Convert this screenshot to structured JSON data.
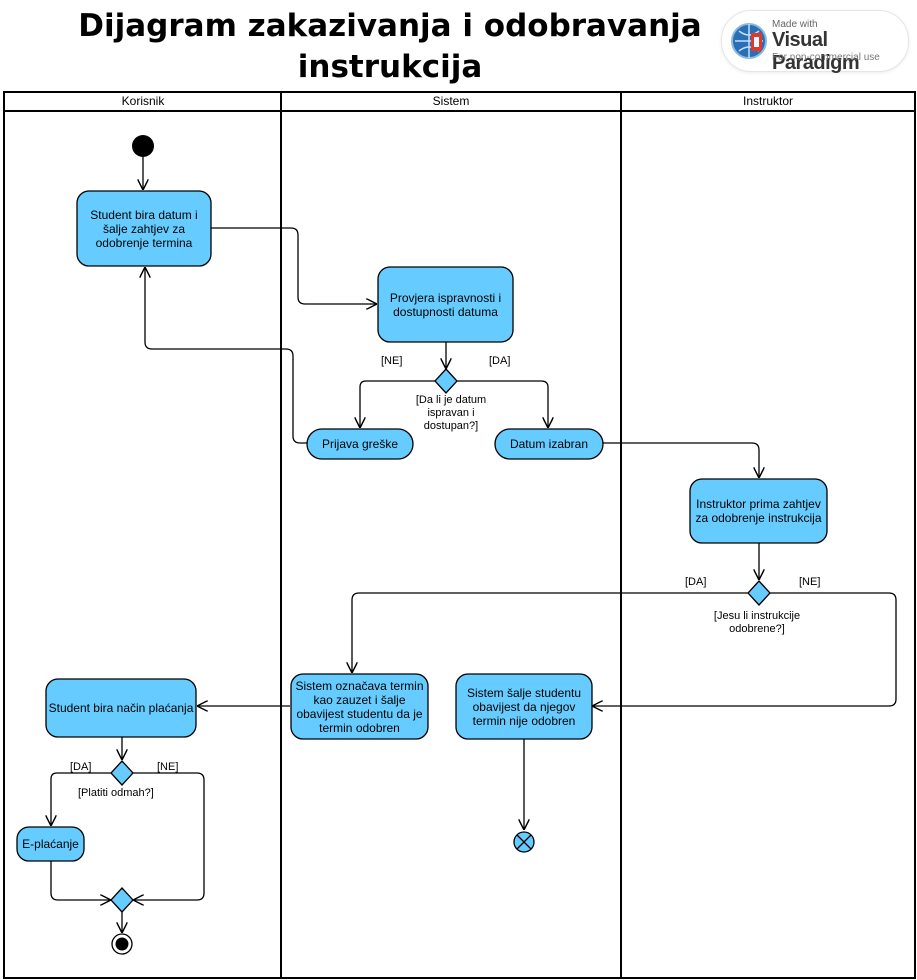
{
  "title": "Dijagram zakazivanja i odobravanja instrukcija",
  "logo": {
    "made_with": "Made with",
    "brand": "Visual Paradigm",
    "note": "For non-commercial use"
  },
  "lanes": [
    "Korisnik",
    "Sistem",
    "Instruktor"
  ],
  "actions": {
    "a1": "Student bira datum i šalje zahtjev za odobrenje termina",
    "a2": "Provjera ispravnosti i dostupnosti datuma",
    "a3": "Prijava greške",
    "a4": "Datum izabran",
    "a5": "Instruktor prima zahtjev za odobrenje instrukcija",
    "a6": "Sistem označava termin kao zauzet i šalje obavijest studentu da je termin odobren",
    "a7": "Sistem šalje studentu obavijest da njegov termin nije odobren",
    "a8": "Student bira način plaćanja",
    "a9": "E-plaćanje"
  },
  "labels": {
    "d1_no": "[NE]",
    "d1_yes": "[DA]",
    "d1_guard": "[Da li je datum ispravan i dostupan?]",
    "d2_yes": "[DA]",
    "d2_no": "[NE]",
    "d2_guard": "[Jesu li instrukcije odobrene?]",
    "d3_yes": "[DA]",
    "d3_no": "[NE]",
    "d3_guard": "[Platiti odmah?]"
  },
  "colors": {
    "action_fill": "#66ccff",
    "stroke": "#000000"
  }
}
